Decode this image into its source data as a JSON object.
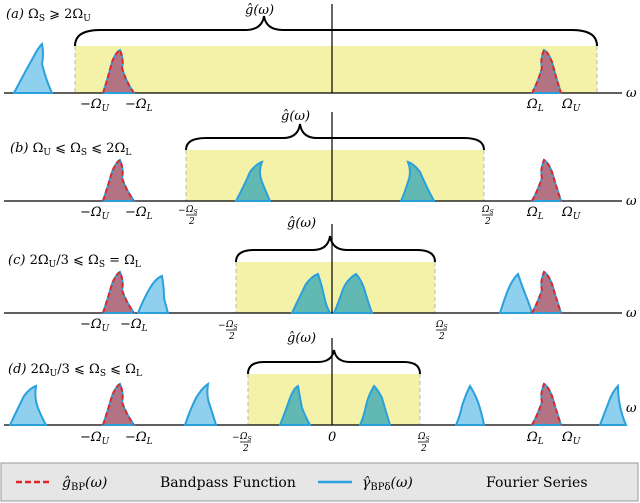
{
  "colors": {
    "band_fill": "#f4f2a8",
    "band_dash": "#b8b8b8",
    "bp_red": "#e0262a",
    "bp_fill": "#b47382",
    "fs_blue": "#2aa0dc",
    "fs_fill_outer": "#8fd0ef",
    "fs_fill_inner": "#62b9b3",
    "legend_bg": "#e6e6e6"
  },
  "axis_symbol": "ω",
  "panels": [
    {
      "title": "(a)  Ω_S ⩾ 2Ω_U",
      "ghat": "ĝ(ω)",
      "labels": {
        "neg_u": "−Ω_U",
        "neg_l": "−Ω_L",
        "pos_l": "Ω_L",
        "pos_u": "Ω_U"
      }
    },
    {
      "title": "(b)  Ω_U ⩽ Ω_S ⩽ 2Ω_L",
      "ghat": "ĝ(ω)",
      "labels": {
        "neg_u": "−Ω_U",
        "neg_l": "−Ω_L",
        "pos_l": "Ω_L",
        "pos_u": "Ω_U",
        "neg_s": "−Ω_S/2",
        "pos_s": "Ω_S/2"
      }
    },
    {
      "title": "(c)  2Ω_U/3 ⩽ Ω_S = Ω_L",
      "ghat": "ĝ(ω)",
      "labels": {
        "neg_u": "−Ω_U",
        "neg_l": "−Ω_L",
        "neg_s": "−Ω_S/2",
        "pos_s": "Ω_S/2"
      }
    },
    {
      "title": "(d)  2Ω_U/3 ⩽ Ω_S ⩽ Ω_L",
      "ghat": "ĝ(ω)",
      "labels": {
        "neg_u": "−Ω_U",
        "neg_l": "−Ω_L",
        "pos_l": "Ω_L",
        "pos_u": "Ω_U",
        "neg_s": "−Ω_S/2",
        "pos_s": "Ω_S/2",
        "zero": "0"
      }
    }
  ],
  "legend": {
    "bp_symbol": "ĝ_BP(ω)",
    "bp_label": "Bandpass Function",
    "fs_symbol": "γ̂_BPδ(ω)",
    "fs_label": "Fourier Series"
  }
}
